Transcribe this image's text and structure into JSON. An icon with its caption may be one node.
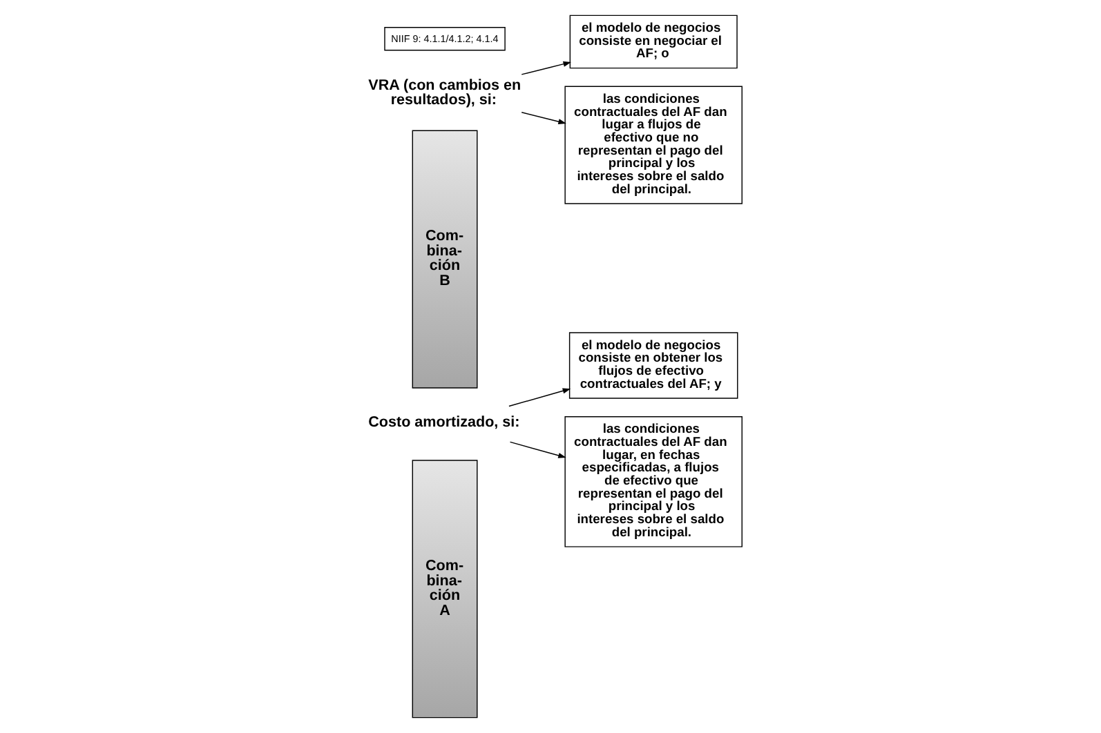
{
  "diagram": {
    "nodes": [
      {
        "text": [
          "Com- bina- ción A"
        ]
      },
      {
        "text": [
          "Costo amortizado, si:"
        ]
      },
      {
        "text": [
          "el modelo de negocios consiste en obtener los flujos de efectivo contractuales del AF; y"
        ]
      },
      {
        "text": [
          "las condiciones contractuales del AF dan lugar, en fechas especificadas, a flujos de efectivo que representan el pago del principal y los intereses sobre el saldo del principal."
        ]
      },
      {
        "text": [
          "Com- bina- ción B"
        ]
      },
      {
        "text": [
          "VRA (con cambios en resultados), si:"
        ]
      },
      {
        "text": [
          "el modelo de negocios consiste en negociar el AF; o"
        ]
      },
      {
        "text": [
          "las condiciones contractuales del AF dan lugar a flujos de efectivo que no representan el pago del principal y los intereses sobre el saldo del principal."
        ]
      }
    ],
    "edges": [
      {
        "from": 1,
        "to": 2,
        "arrow": "to"
      },
      {
        "from": 1,
        "to": 3,
        "arrow": "to"
      },
      {
        "from": 5,
        "to": 6,
        "arrow": "to"
      },
      {
        "from": 5,
        "to": 7,
        "arrow": "to"
      }
    ],
    "labels": [
      "NIIF 9: 4.1.1/4.1.2; 4.1.4"
    ]
  }
}
